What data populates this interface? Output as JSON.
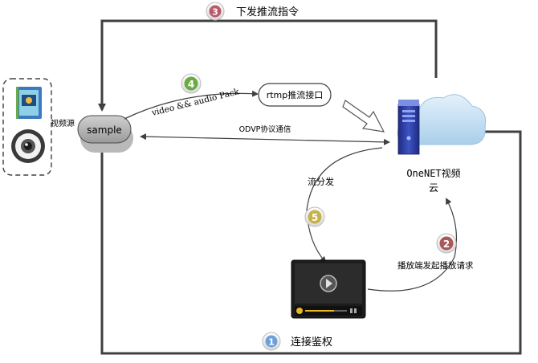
{
  "labels": {
    "step3": "下发推流指令",
    "step4_edge": "video && audio Pack",
    "rtmp_node": "rtmp推流接口",
    "sample_node": "sample",
    "video_source": "视频源",
    "odvp": "ODVP协议通信",
    "cloud_line1": "OneNET视频",
    "cloud_line2": "云",
    "stream_dist": "流分发",
    "play_request": "播放端发起播放请求",
    "step1": "连接鉴权"
  },
  "badges": {
    "step1": "1",
    "step2": "2",
    "step3": "3",
    "step4": "4",
    "step5": "5"
  },
  "colors": {
    "arrow": "#404040",
    "badge1": "#6f9fd8",
    "badge2": "#a85a5a",
    "badge3": "#b85a6a",
    "badge4": "#6aab46",
    "badge5": "#c7b24a",
    "cloud": "#bcd9f0",
    "server": "#2a3b9c",
    "sample_fill": "#b8b8b8"
  }
}
